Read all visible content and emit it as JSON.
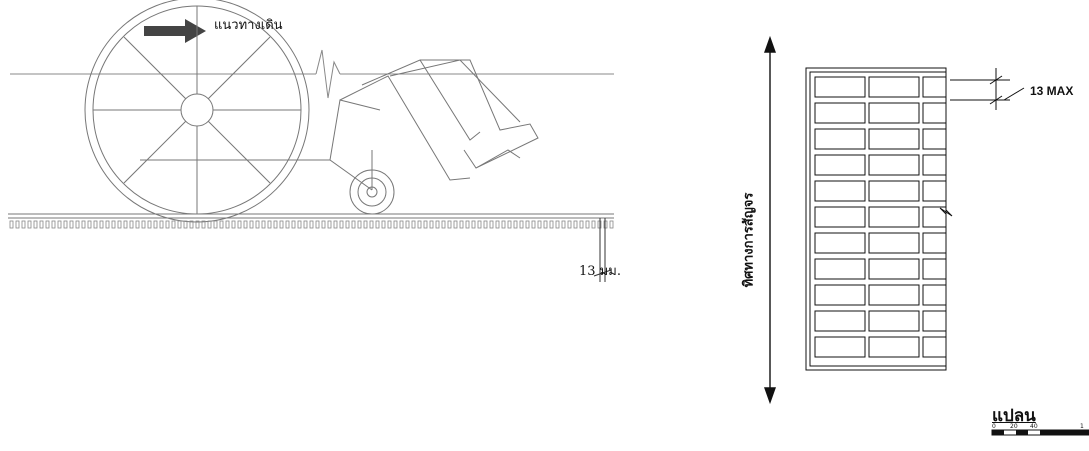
{
  "elevation": {
    "direction_label": "แนวทางเดิน",
    "gap_dimension": "13 มม."
  },
  "plan": {
    "traffic_direction_label": "ทิศทางการสัญจร",
    "gap_dimension": "13 MAX",
    "title": "แปลน",
    "scale_ticks": [
      "0",
      "20",
      "40",
      "1"
    ]
  },
  "colors": {
    "line": "#111111",
    "light_line": "#888888",
    "arrow": "#444444"
  }
}
